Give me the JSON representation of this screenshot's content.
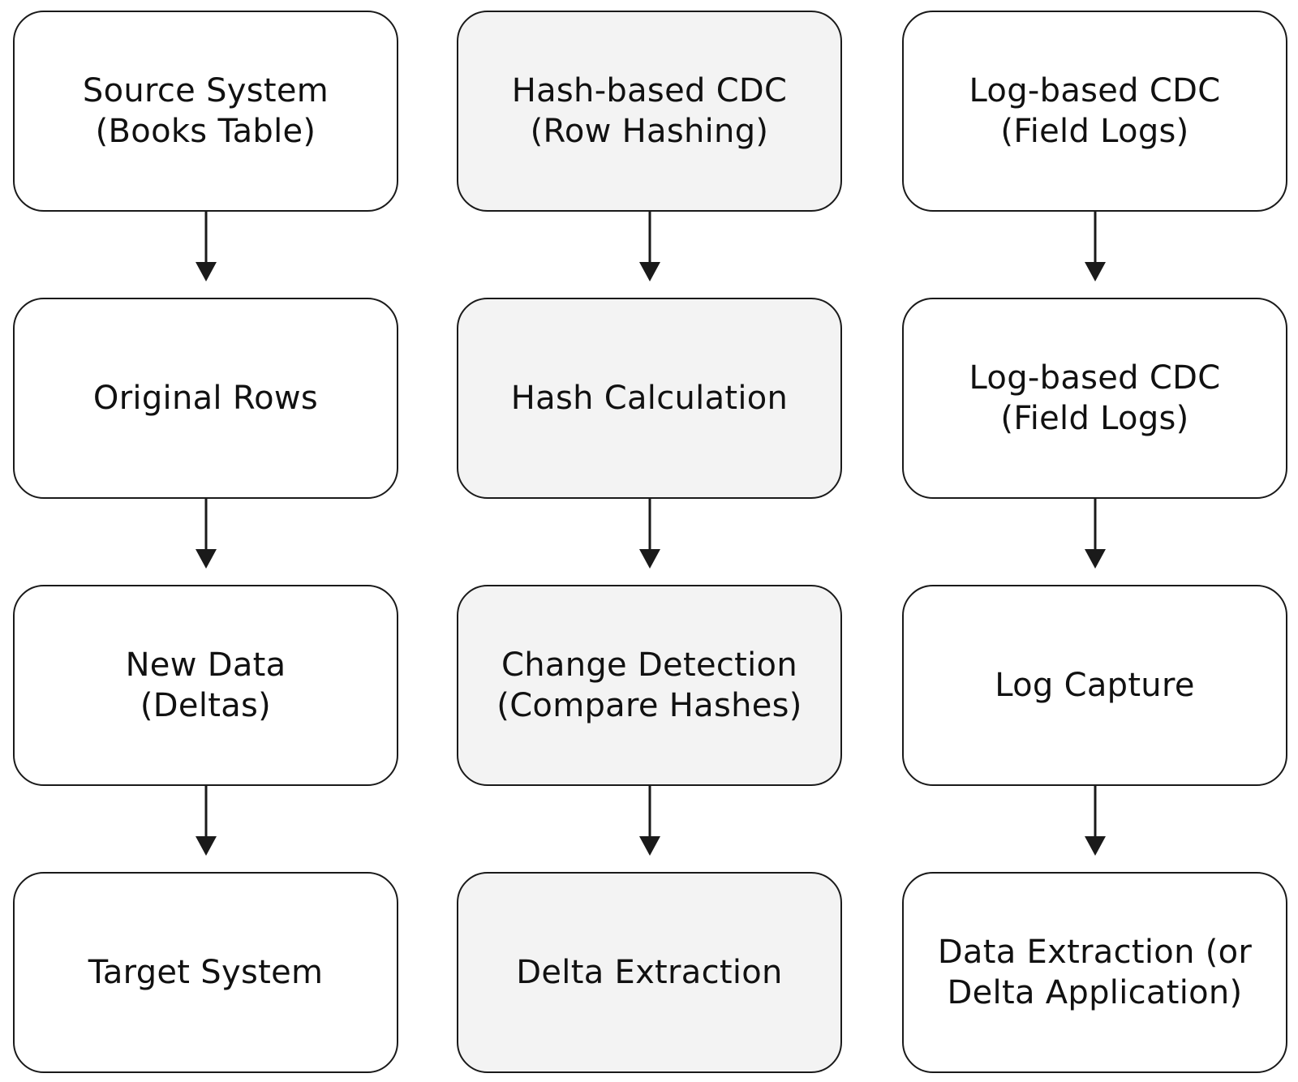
{
  "columns": [
    {
      "nodes": [
        {
          "label": "Source System\n(Books Table)"
        },
        {
          "label": "Original Rows"
        },
        {
          "label": "New Data\n(Deltas)"
        },
        {
          "label": "Target System"
        }
      ]
    },
    {
      "nodes": [
        {
          "label": "Hash-based CDC\n(Row Hashing)"
        },
        {
          "label": "Hash Calculation"
        },
        {
          "label": "Change Detection\n(Compare Hashes)"
        },
        {
          "label": "Delta Extraction"
        }
      ]
    },
    {
      "nodes": [
        {
          "label": "Log-based CDC\n(Field Logs)"
        },
        {
          "label": "Log-based CDC\n(Field Logs)"
        },
        {
          "label": "Log Capture"
        },
        {
          "label": "Data Extraction (or\nDelta Application)"
        }
      ]
    }
  ],
  "colors": {
    "border": "#1a1a1a",
    "node_fill": "#ffffff",
    "node_fill_shaded": "#f3f3f3",
    "text": "#111111",
    "arrow": "#1a1a1a"
  }
}
